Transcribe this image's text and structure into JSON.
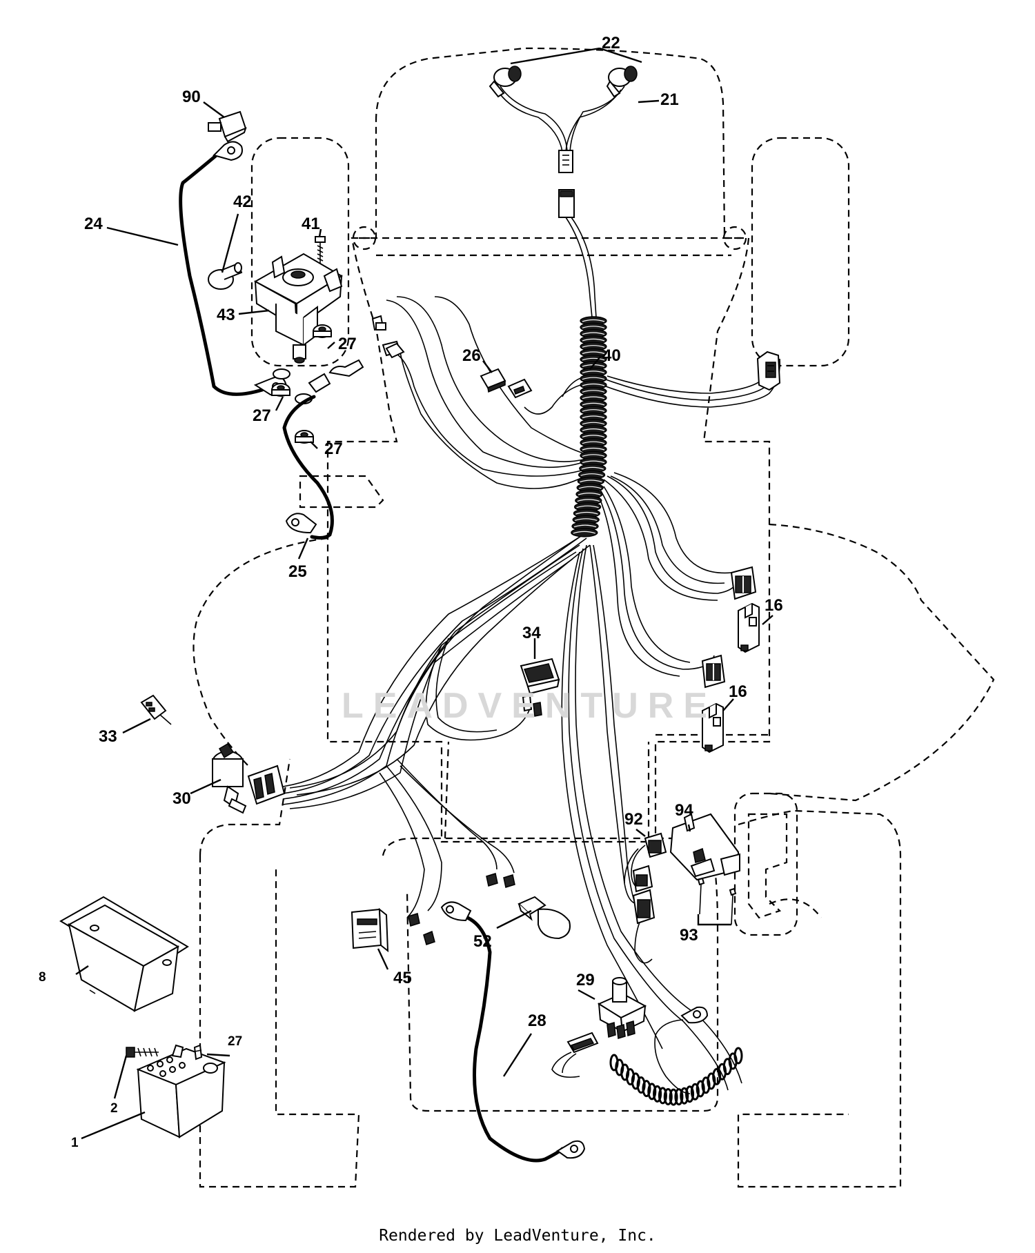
{
  "diagram": {
    "watermark": "LEADVENTURE",
    "credit": "Rendered by LeadVenture, Inc.",
    "callouts": {
      "c1": "1",
      "c2": "2",
      "c8": "8",
      "c16a": "16",
      "c16b": "16",
      "c21": "21",
      "c22": "22",
      "c24": "24",
      "c25": "25",
      "c26": "26",
      "c27a": "27",
      "c27b": "27",
      "c27c": "27",
      "c27d": "27",
      "c28": "28",
      "c29": "29",
      "c30": "30",
      "c33": "33",
      "c34": "34",
      "c40": "40",
      "c41": "41",
      "c42": "42",
      "c43": "43",
      "c45": "45",
      "c52": "52",
      "c90": "90",
      "c92": "92",
      "c93": "93",
      "c94": "94"
    }
  }
}
